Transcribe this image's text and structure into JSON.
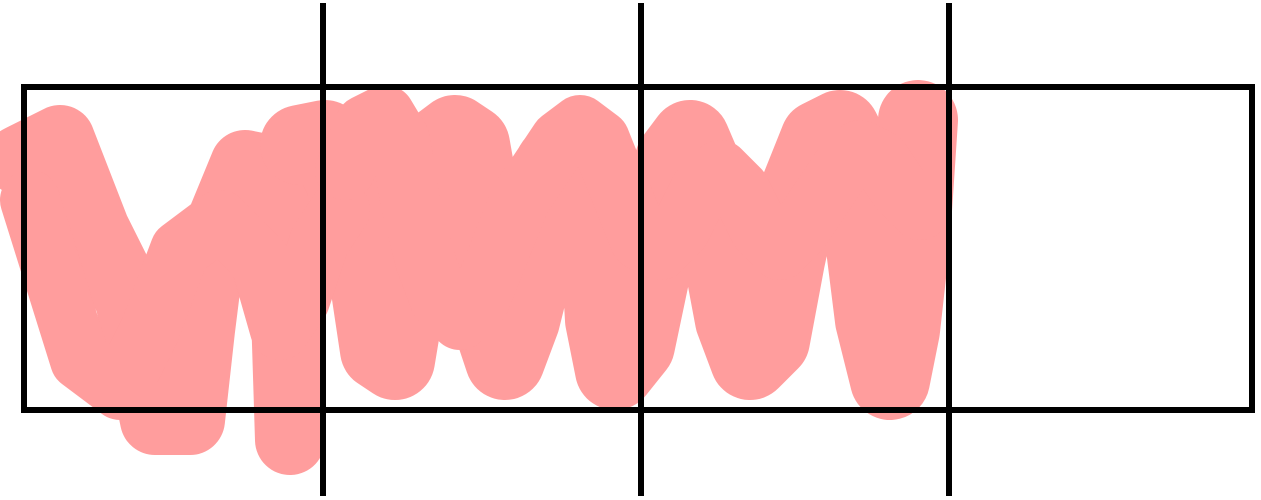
{
  "colors": {
    "background": "#ffffff",
    "line": "#000000",
    "scribble": "#ff6f6f"
  },
  "diagram": {
    "description_visible_text": "",
    "elements": [
      "outer-rectangle",
      "divider-line-1",
      "divider-line-2",
      "divider-line-3",
      "scribble-fill"
    ]
  }
}
